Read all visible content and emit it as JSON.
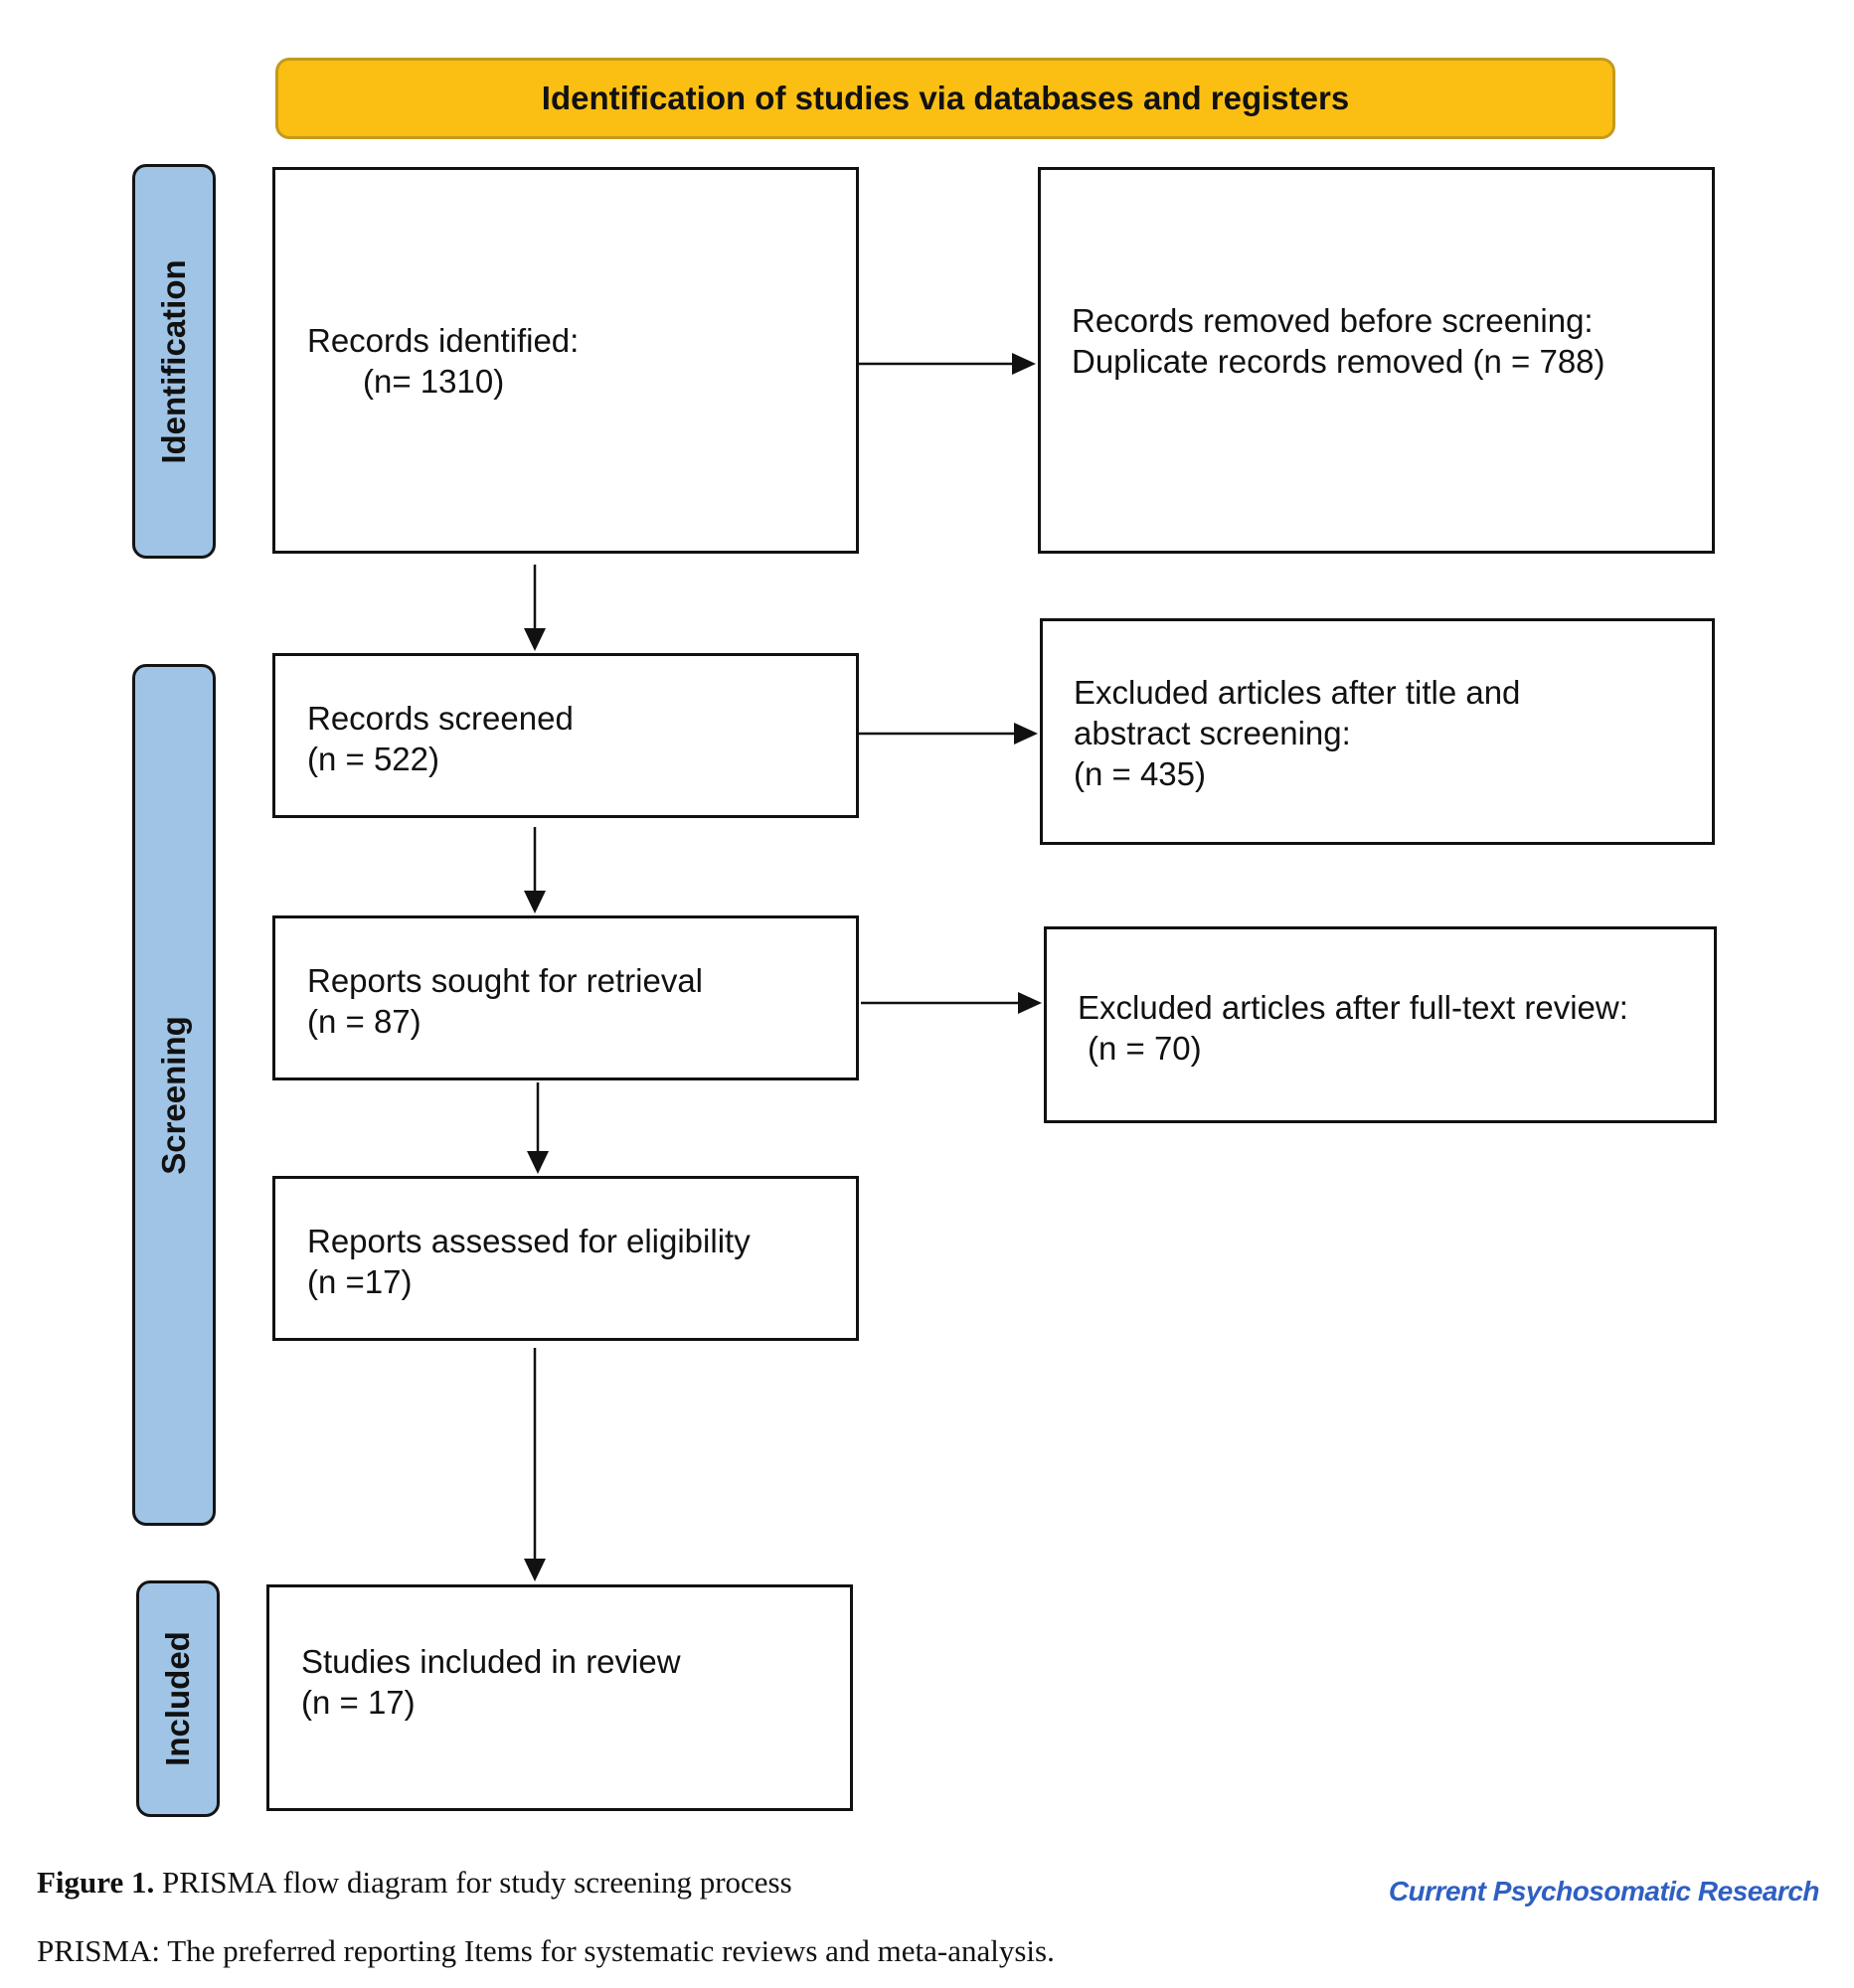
{
  "header": {
    "title": "Identification of studies via databases and registers"
  },
  "phases": {
    "identification": "Identification",
    "screening": "Screening",
    "included": "Included"
  },
  "boxes": {
    "records_identified": {
      "line1": "Records identified:",
      "line2": "(n= 1310)"
    },
    "records_removed": {
      "line1": "Records removed before screening:",
      "line2": "Duplicate records removed (n = 788)"
    },
    "records_screened": {
      "line1": "Records screened",
      "line2": "(n = 522)"
    },
    "excluded_title_abstract": {
      "line1": "Excluded articles after title and",
      "line2": "abstract screening:",
      "line3": "(n = 435)"
    },
    "reports_sought": {
      "line1": "Reports sought for retrieval",
      "line2": "(n = 87)"
    },
    "excluded_fulltext": {
      "line1": "Excluded articles after full-text review:",
      "line2": "(n = 70)"
    },
    "reports_assessed": {
      "line1": "Reports assessed for eligibility",
      "line2": "(n =17)"
    },
    "studies_included": {
      "line1": "Studies included in review",
      "line2": "(n = 17)"
    }
  },
  "caption": {
    "label": "Figure 1.",
    "text": " PRISMA flow diagram for study screening process",
    "note": "PRISMA: The preferred reporting Items for systematic reviews and meta-analysis."
  },
  "journal": "Current Psychosomatic Research"
}
